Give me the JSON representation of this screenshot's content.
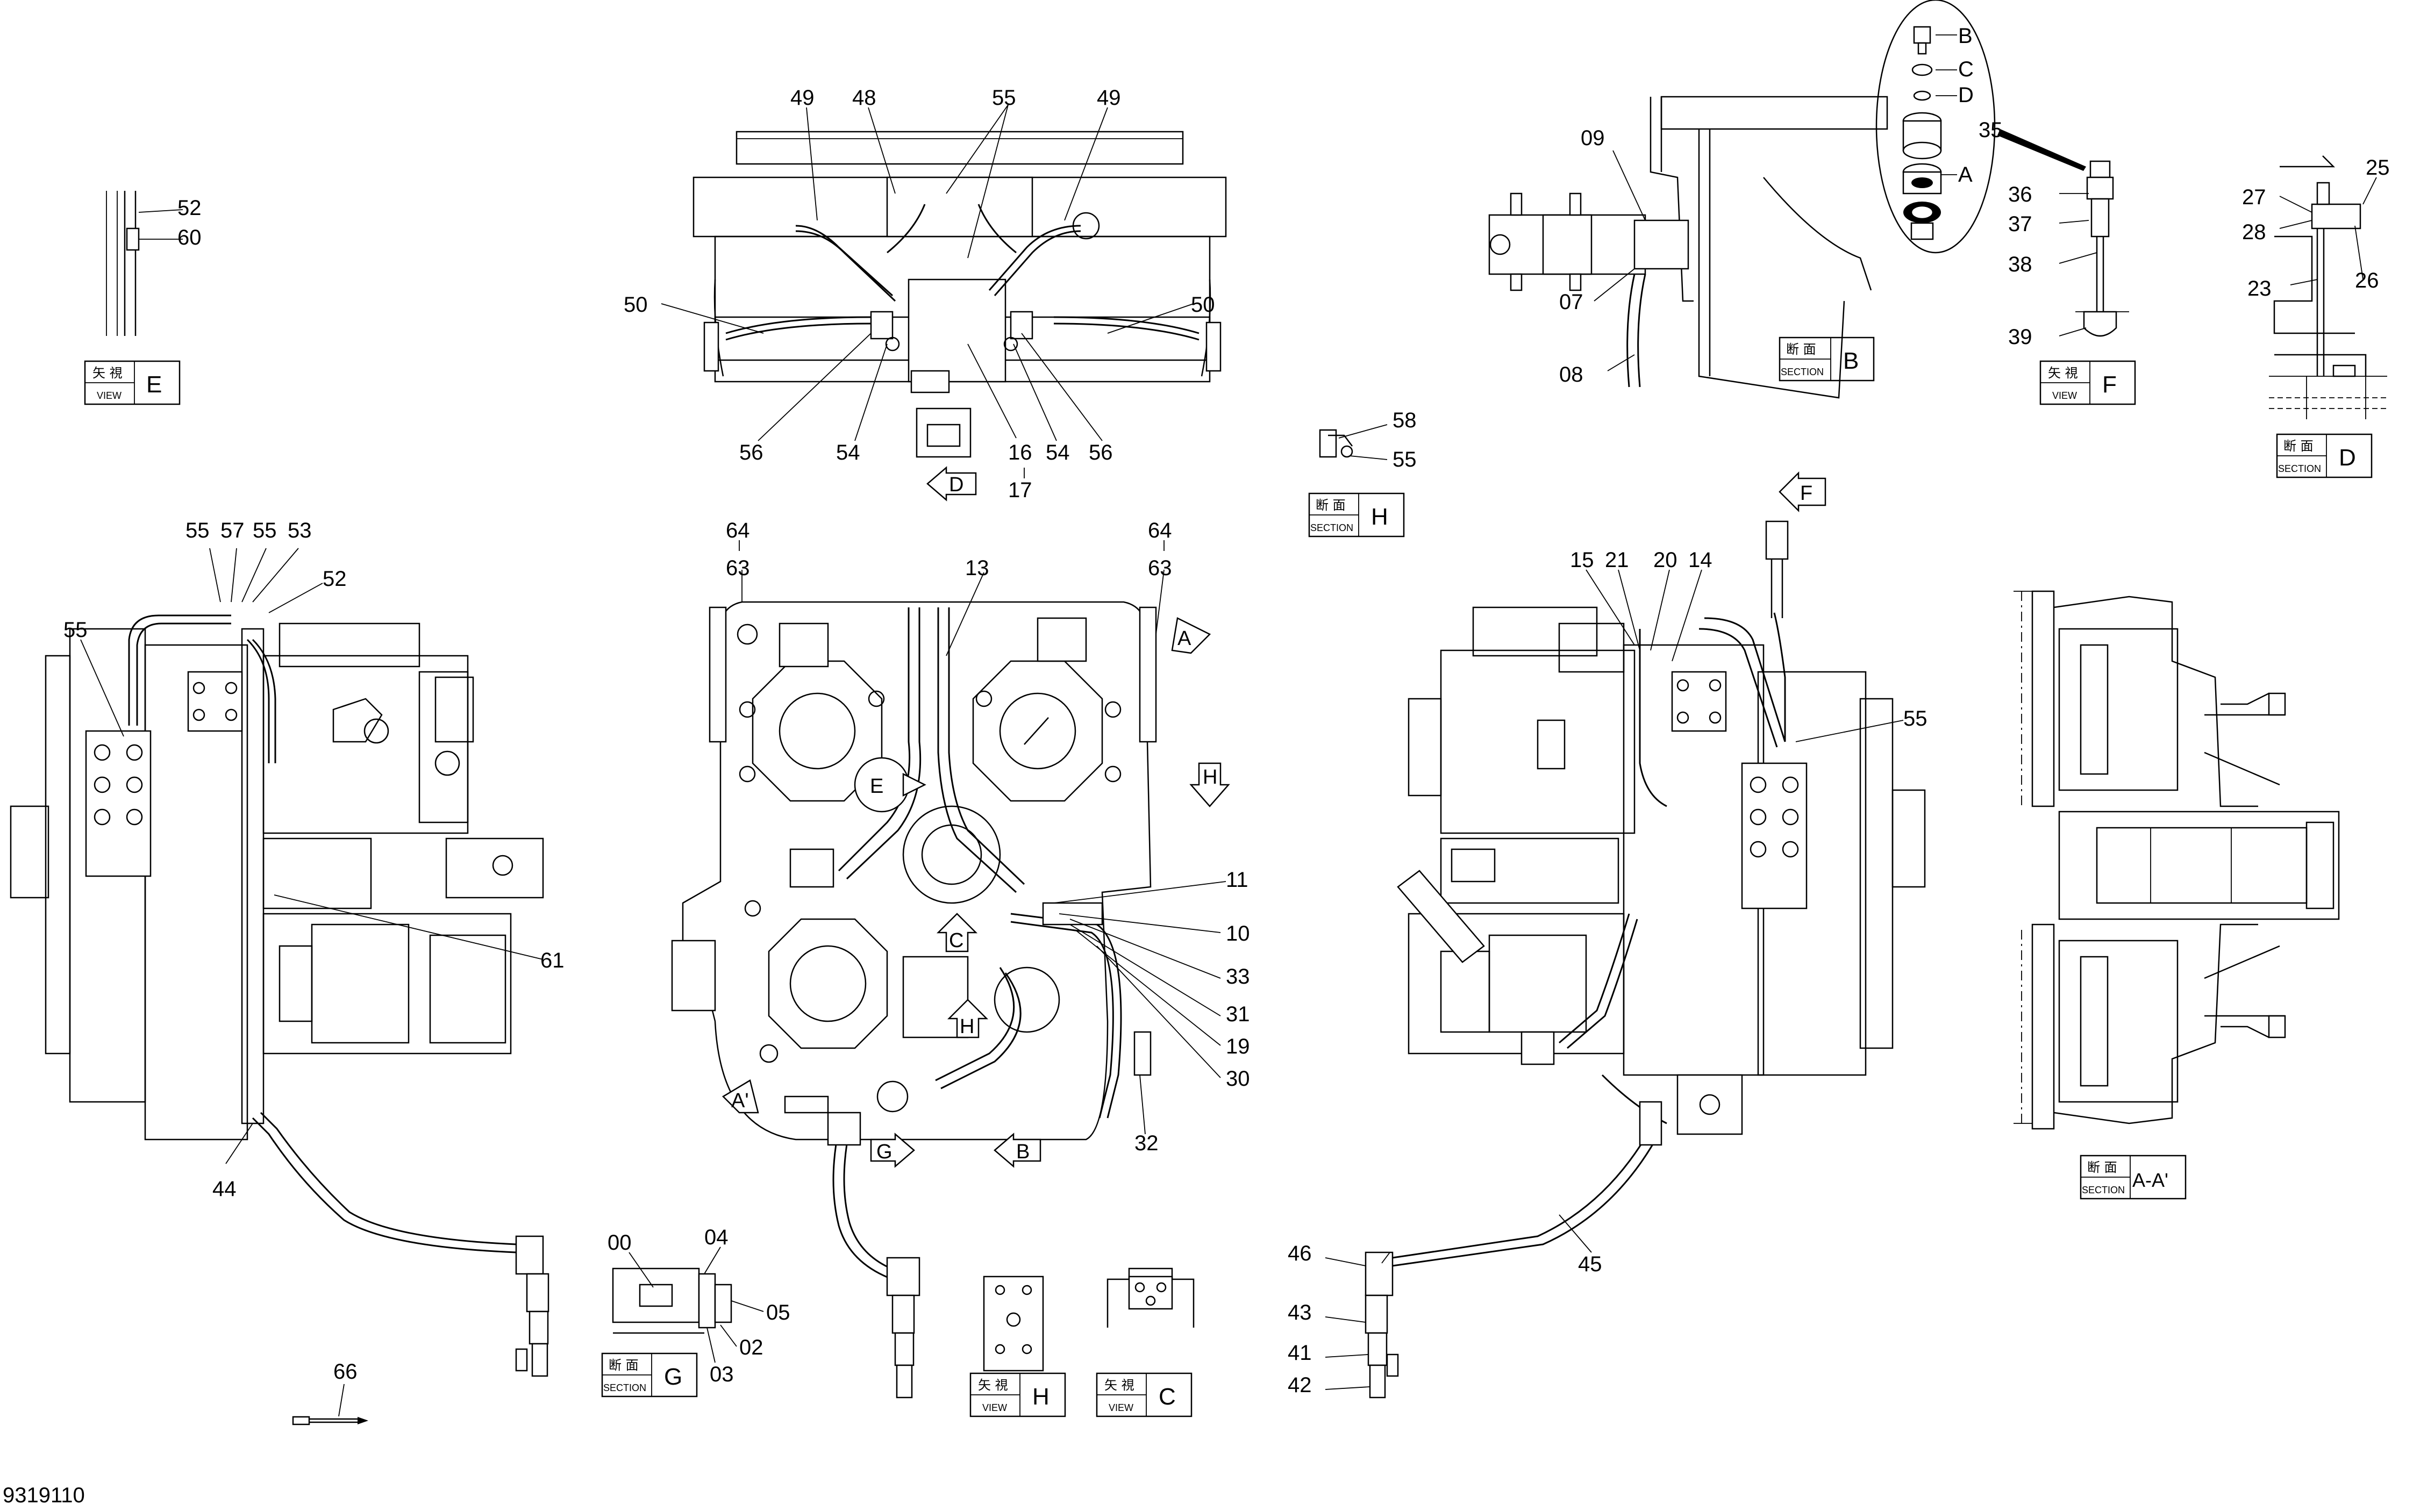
{
  "drawing_number": "9319110",
  "part_labels": {
    "p00": "00",
    "p02": "02",
    "p03": "03",
    "p04": "04",
    "p05": "05",
    "p07": "07",
    "p08": "08",
    "p09": "09",
    "p10": "10",
    "p11": "11",
    "p13": "13",
    "p14": "14",
    "p15": "15",
    "p16": "16",
    "p17": "17",
    "p19": "19",
    "p20": "20",
    "p21": "21",
    "p23": "23",
    "p25": "25",
    "p26": "26",
    "p27": "27",
    "p28": "28",
    "p30": "30",
    "p31": "31",
    "p32": "32",
    "p33": "33",
    "p35": "35",
    "p36": "36",
    "p37": "37",
    "p38": "38",
    "p39": "39",
    "p41": "41",
    "p42": "42",
    "p43": "43",
    "p44": "44",
    "p45": "45",
    "p46": "46",
    "p48": "48",
    "p49": "49",
    "p50": "50",
    "p52": "52",
    "p53": "53",
    "p54": "54",
    "p55": "55",
    "p56": "56",
    "p57": "57",
    "p58": "58",
    "p60": "60",
    "p61": "61",
    "p63": "63",
    "p64": "64",
    "p66": "66"
  },
  "view_tags": {
    "view_title": "矢 視",
    "view_sub": "VIEW",
    "section_title": "断 面",
    "section_sub": "SECTION",
    "E": "E",
    "F": "F",
    "H": "H",
    "C": "C",
    "B": "B",
    "D": "D",
    "G": "G",
    "AA": "A-A'"
  },
  "callout_letters": {
    "B": "B",
    "C": "C",
    "D": "D",
    "A": "A",
    "arrow_D": "D",
    "arrow_E": "E",
    "arrow_F": "F",
    "arrow_H": "H",
    "arrow_H2": "H",
    "arrow_C": "C",
    "arrow_G": "G",
    "arrow_B": "B",
    "arrow_A1": "A",
    "arrow_A2": "A'"
  }
}
